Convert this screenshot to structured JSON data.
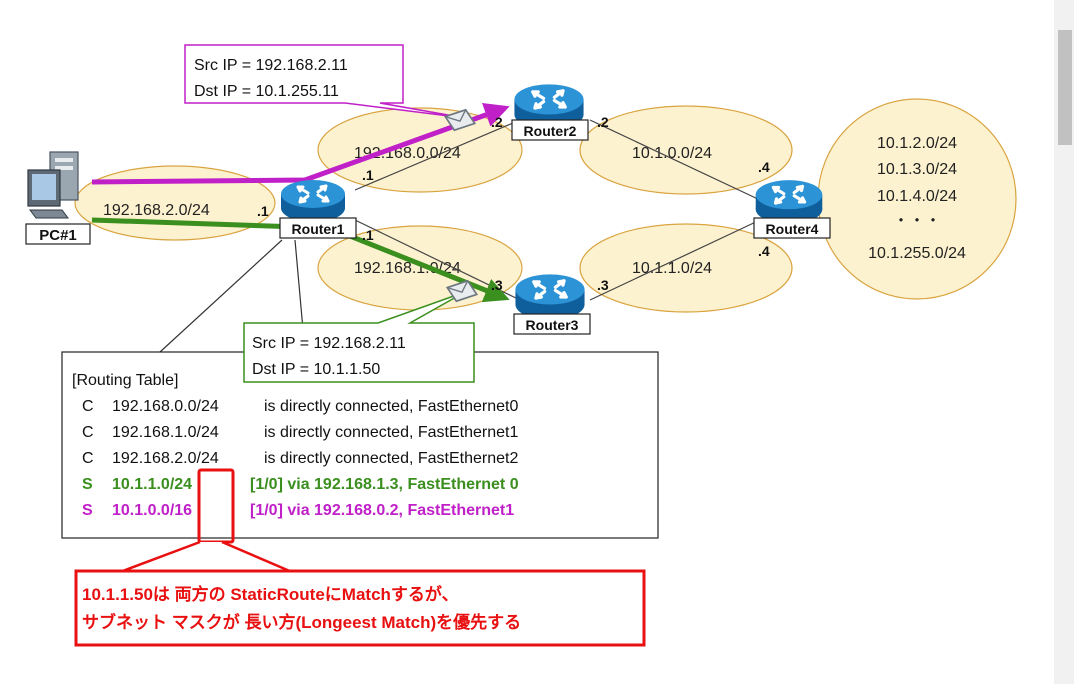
{
  "networks": {
    "lan_pc": "192.168.2.0/24",
    "r1_r2": "192.168.0.0/24",
    "r1_r3": "192.168.1.0/24",
    "r2_r4": "10.1.0.0/24",
    "r3_r4": "10.1.1.0/24",
    "r4_list": [
      "10.1.2.0/24",
      "10.1.3.0/24",
      "10.1.4.0/24",
      "・・・",
      "10.1.255.0/24"
    ]
  },
  "devices": {
    "pc": "PC#1",
    "router1": "Router1",
    "router2": "Router2",
    "router3": "Router3",
    "router4": "Router4"
  },
  "interfaces": {
    "r1_pc": ".1",
    "r1_top": ".1",
    "r1_bottom": ".1",
    "r2_left": ".2",
    "r2_right": ".2",
    "r3_left": ".3",
    "r3_right": ".3",
    "r4_top": ".4",
    "r4_bottom": ".4"
  },
  "packet_top": {
    "src": "Src IP = 192.168.2.11",
    "dst": "Dst IP = 10.1.255.11"
  },
  "packet_bottom": {
    "src": "Src IP = 192.168.2.11",
    "dst": "Dst IP = 10.1.1.50"
  },
  "routing_table": {
    "title": "[Routing Table]",
    "rows": [
      {
        "code": "C",
        "prefix": "192.168.0.0/24",
        "info": "is directly connected, FastEthernet0"
      },
      {
        "code": "C",
        "prefix": "192.168.1.0/24",
        "info": "is directly connected, FastEthernet1"
      },
      {
        "code": "C",
        "prefix": "192.168.2.0/24",
        "info": "is directly connected, FastEthernet2"
      },
      {
        "code": "S",
        "prefix": "10.1.1.0/24",
        "info": "[1/0] via 192.168.1.3,  FastEthernet 0"
      },
      {
        "code": "S",
        "prefix": "10.1.0.0/16",
        "info": "[1/0] via 192.168.0.2,  FastEthernet1"
      }
    ]
  },
  "note": {
    "line1": "10.1.1.50は 両方の StaticRouteにMatchするが、",
    "line2": "サブネット マスクが 長い方(Longeest Match)を優先する"
  },
  "colors": {
    "network_fill": "#fdf2cf",
    "network_stroke": "#d9a441",
    "purple": "#c020c8",
    "green": "#3a8f1e",
    "red": "#e81010",
    "router": "#1b7dc4"
  }
}
